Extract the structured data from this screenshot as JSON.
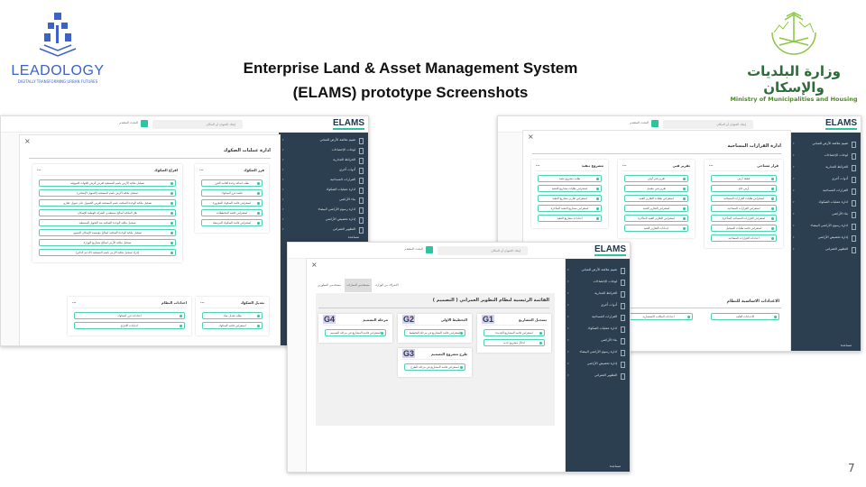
{
  "slide": {
    "title_line1": "Enterprise Land & Asset Management System",
    "title_line2": "(ELAMS) prototype Screenshots",
    "page_number": "7"
  },
  "logos": {
    "left_name": "LEADOLOGY",
    "left_tagline": "DIGITALLY TRANSFORMING URBAN FUTURES",
    "right_arabic": "وزارة البلديات والإسكان",
    "right_english": "Ministry of Municipalities and Housing"
  },
  "app": {
    "brand": "ELAMS",
    "search_placeholder": "إيجاد العنوان أو المكان",
    "advanced_search": "البحث المتقدم",
    "sidebar": [
      "تقييم ملائمة الأرض للمباني",
      "لوحات الإحصاءات",
      "الخرائط الجدارية",
      "أدوات أخرى",
      "القرارات المساحية",
      "ادارة عمليات الصكوك",
      "بناء الأراضي",
      "ادارة رسوم الأراضي البيضاء",
      "إدارة تخصيص الأراضي",
      "التطوير العمراني"
    ],
    "sidebar_footer": "مساعدة",
    "accent": "#2ec4a0",
    "sidebar_color": "#2b3f50"
  },
  "screens": [
    {
      "title": "ادارة عمليات الصكوك",
      "cards": [
        {
          "title": "افراغ الصكوك",
          "items": [
            "تسجيل ملكية الأرض باسم المستفيد لغرض الرهن للجهات التمويلية",
            "تسجيل ملكية الأرض باسم المستفيد (التمويل الإنشائي)",
            "تسجيل ملكية الوحدة السكنية باسم المستفيد لغرض الحصول على تمويل عقاري",
            "نقل الملكية لصالح مستفيدي الشركة الوطنية للإسكان",
            "تسجيل ملكية الوحدة السكنية بعد التحويل للمستفيد",
            "تسجيل ملكية الوحدة السكنية لصالح مؤسسة الإسكان التنموي",
            "تسجيل ملكية الأرض لصالح مشاريع الوزارة",
            "إجراء تسجيل ملكية الأرض باسم المستفيد (الدعم الذاتي)"
          ]
        },
        {
          "title": "فرز الصكوك",
          "items": [
            "طلب اضافة وحدة لقائمة الفرز",
            "قائمة فرز الصكوك",
            "استعراض قائمة الصكوك المفروزة",
            "استعراض قائمة المخططات",
            "استعراض قائمة الصكوك المرتبطة"
          ]
        },
        {
          "title": "اعدادات النظام",
          "items": [
            "اعدادات فرز الصكوك",
            "اعدادات الافراغ"
          ]
        },
        {
          "title": "تعديل الصكوك",
          "items": [
            "طلب تعديل صك",
            "استعراض قائمة الصكوك"
          ]
        }
      ]
    },
    {
      "title": "ادارة القرارات المساحية",
      "cards": [
        {
          "title": "مشروع تنفيذ",
          "items": [
            "طلب مشروع تنفيذ",
            "استعراض طلبات مشاريع التنفيذ",
            "استعراض تقارير مشاريع التنفيذ",
            "استعراض مشاريع التنفيذ المتأخرة",
            "اعدادات مشاريع التنفيذ"
          ]
        },
        {
          "title": "تقرير فني",
          "items": [
            "تقرير فني أولي",
            "تقرير فني مفصل",
            "استعراض طلبات التقارير الفنية",
            "استعراض التقارير الفنية",
            "استعراض التقارير الفنية المتأخرة",
            "اعدادات التقارير الفنية"
          ]
        },
        {
          "title": "قرار مساحي",
          "items": [
            "قطعة أرض",
            "أرض خام",
            "استعراض طلبات القرارات المساحية",
            "استعراض القرارات المساحية",
            "استعراض القرارات المساحية المتأخرة",
            "استعراض قائمة طلبات التسجيل",
            "اعدادات القرارات المساحية"
          ]
        }
      ],
      "settings_title": "الاعدادات الاساسية للنظام",
      "settings_items": [
        "الاعدادات العامة",
        "اعدادات المكاتب الاستشارية"
      ]
    },
    {
      "title": "القائمة الرئيسية لنظام التطوير العمراني ( التصميم )",
      "tabs": [
        "مستخدمي المطورين",
        "مستخدمي الممارات",
        "الاشراف من الوزارة"
      ],
      "cards": [
        {
          "code": "G4",
          "title": "مرحلة التصميم",
          "items": [
            "استعراض قائمة المشاريع في مرحلة التصميم"
          ]
        },
        {
          "code": "G2",
          "title": "التخطيط الاولي",
          "items": [
            "استعراض قائمة المشاريع في مرحلة التخطيط"
          ]
        },
        {
          "code": "G3",
          "title": "طرح مشروع التصميم",
          "items": [
            "استعراض قائمة المشاريع في مرحلة الطرح"
          ]
        },
        {
          "code": "G1",
          "title": "تسجيل المشاريع",
          "items": [
            "استعراض قائمة المشاريع الجديدة",
            "ادخال مشروع جديد"
          ]
        }
      ]
    }
  ]
}
